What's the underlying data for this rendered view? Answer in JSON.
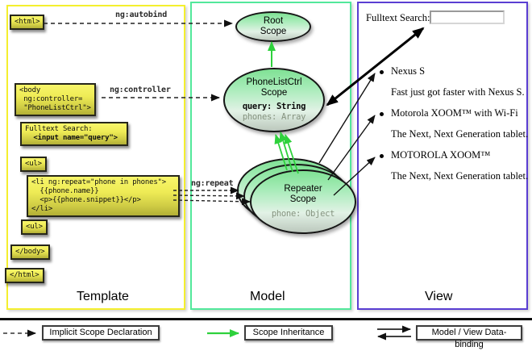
{
  "colors": {
    "template_border": "#f4ef2e",
    "model_border": "#52e89b",
    "view_border": "#5a3ed2",
    "code_box_yellow_top": "#f8f66a",
    "code_box_yellow_bottom": "#b2af36",
    "scope_green_top": "#7fe194",
    "scope_gray_bottom": "#bcc8bd",
    "inheritance_green": "#2ed13c",
    "arrow_black": "#111111"
  },
  "columns": {
    "template": {
      "label": "Template"
    },
    "model": {
      "label": "Model"
    },
    "view": {
      "label": "View"
    }
  },
  "template": {
    "autobind_label": "ng:autobind",
    "controller_label": "ng:controller",
    "repeat_label": "ng:repeat",
    "html_open": "<html>",
    "body_open": "<body\n ng:controller=\n \"PhoneListCtrl\">",
    "fulltext_line1": "Fulltext Search:",
    "fulltext_line2": "  <input name=\"query\">",
    "ul_open": "<ul>",
    "li_block": "<li ng:repeat=\"phone in phones\">\n  {{phone.name}}\n  <p>{{phone.snippet}}</p>\n</li>",
    "ul_close": "<ul>",
    "body_close": "</body>",
    "html_close": "</html>"
  },
  "model": {
    "root_scope": {
      "line1": "Root",
      "line2": "Scope"
    },
    "phonelist_scope": {
      "line1": "PhoneListCtrl",
      "line2": "Scope",
      "prop_query": "query: String",
      "prop_phones": "phones: Array"
    },
    "repeater_scope": {
      "line1": "Repeater",
      "line2": "Scope",
      "prop_phone": "phone: Object"
    }
  },
  "view": {
    "search_label": "Fulltext Search:",
    "search_value": "",
    "items": [
      {
        "name": "Nexus S",
        "desc": "Fast just got faster with Nexus S."
      },
      {
        "name": "Motorola XOOM™ with Wi-Fi",
        "desc": "The Next, Next Generation tablet."
      },
      {
        "name": "MOTOROLA XOOM™",
        "desc": "The Next, Next Generation tablet."
      }
    ]
  },
  "legend": {
    "implicit": "Implicit Scope Declaration",
    "inheritance": "Scope Inheritance",
    "databinding": "Model / View Data-binding"
  }
}
